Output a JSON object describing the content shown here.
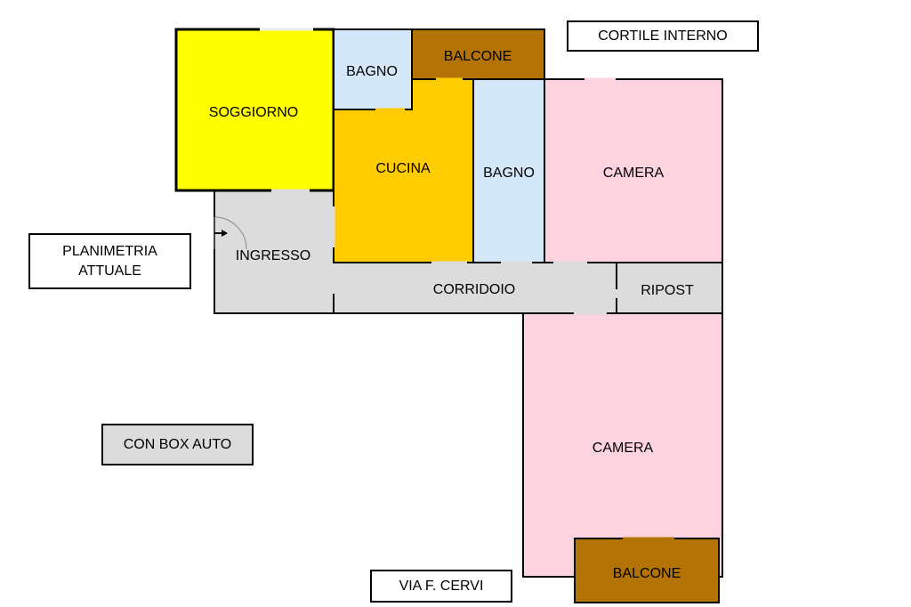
{
  "rooms": {
    "soggiorno": "SOGGIORNO",
    "bagno_1": "BAGNO",
    "balcone_top": "BALCONE",
    "cucina": "CUCINA",
    "bagno_2": "BAGNO",
    "camera_top": "CAMERA",
    "ingresso": "INGRESSO",
    "corridoio": "CORRIDOIO",
    "ripost": "RIPOST",
    "camera_bottom": "CAMERA",
    "balcone_bottom": "BALCONE"
  },
  "labels": {
    "cortile": "CORTILE INTERNO",
    "planimetria_line1": "PLANIMETRIA",
    "planimetria_line2": "ATTUALE",
    "box_auto": "CON BOX AUTO",
    "via": "VIA F. CERVI"
  },
  "colors": {
    "soggiorno": "#ffff00",
    "cucina": "#ffcc00",
    "bagno": "#d4e8fa",
    "balcone": "#b47305",
    "camera": "#fcd3de",
    "circulation": "#dcdcdc"
  }
}
